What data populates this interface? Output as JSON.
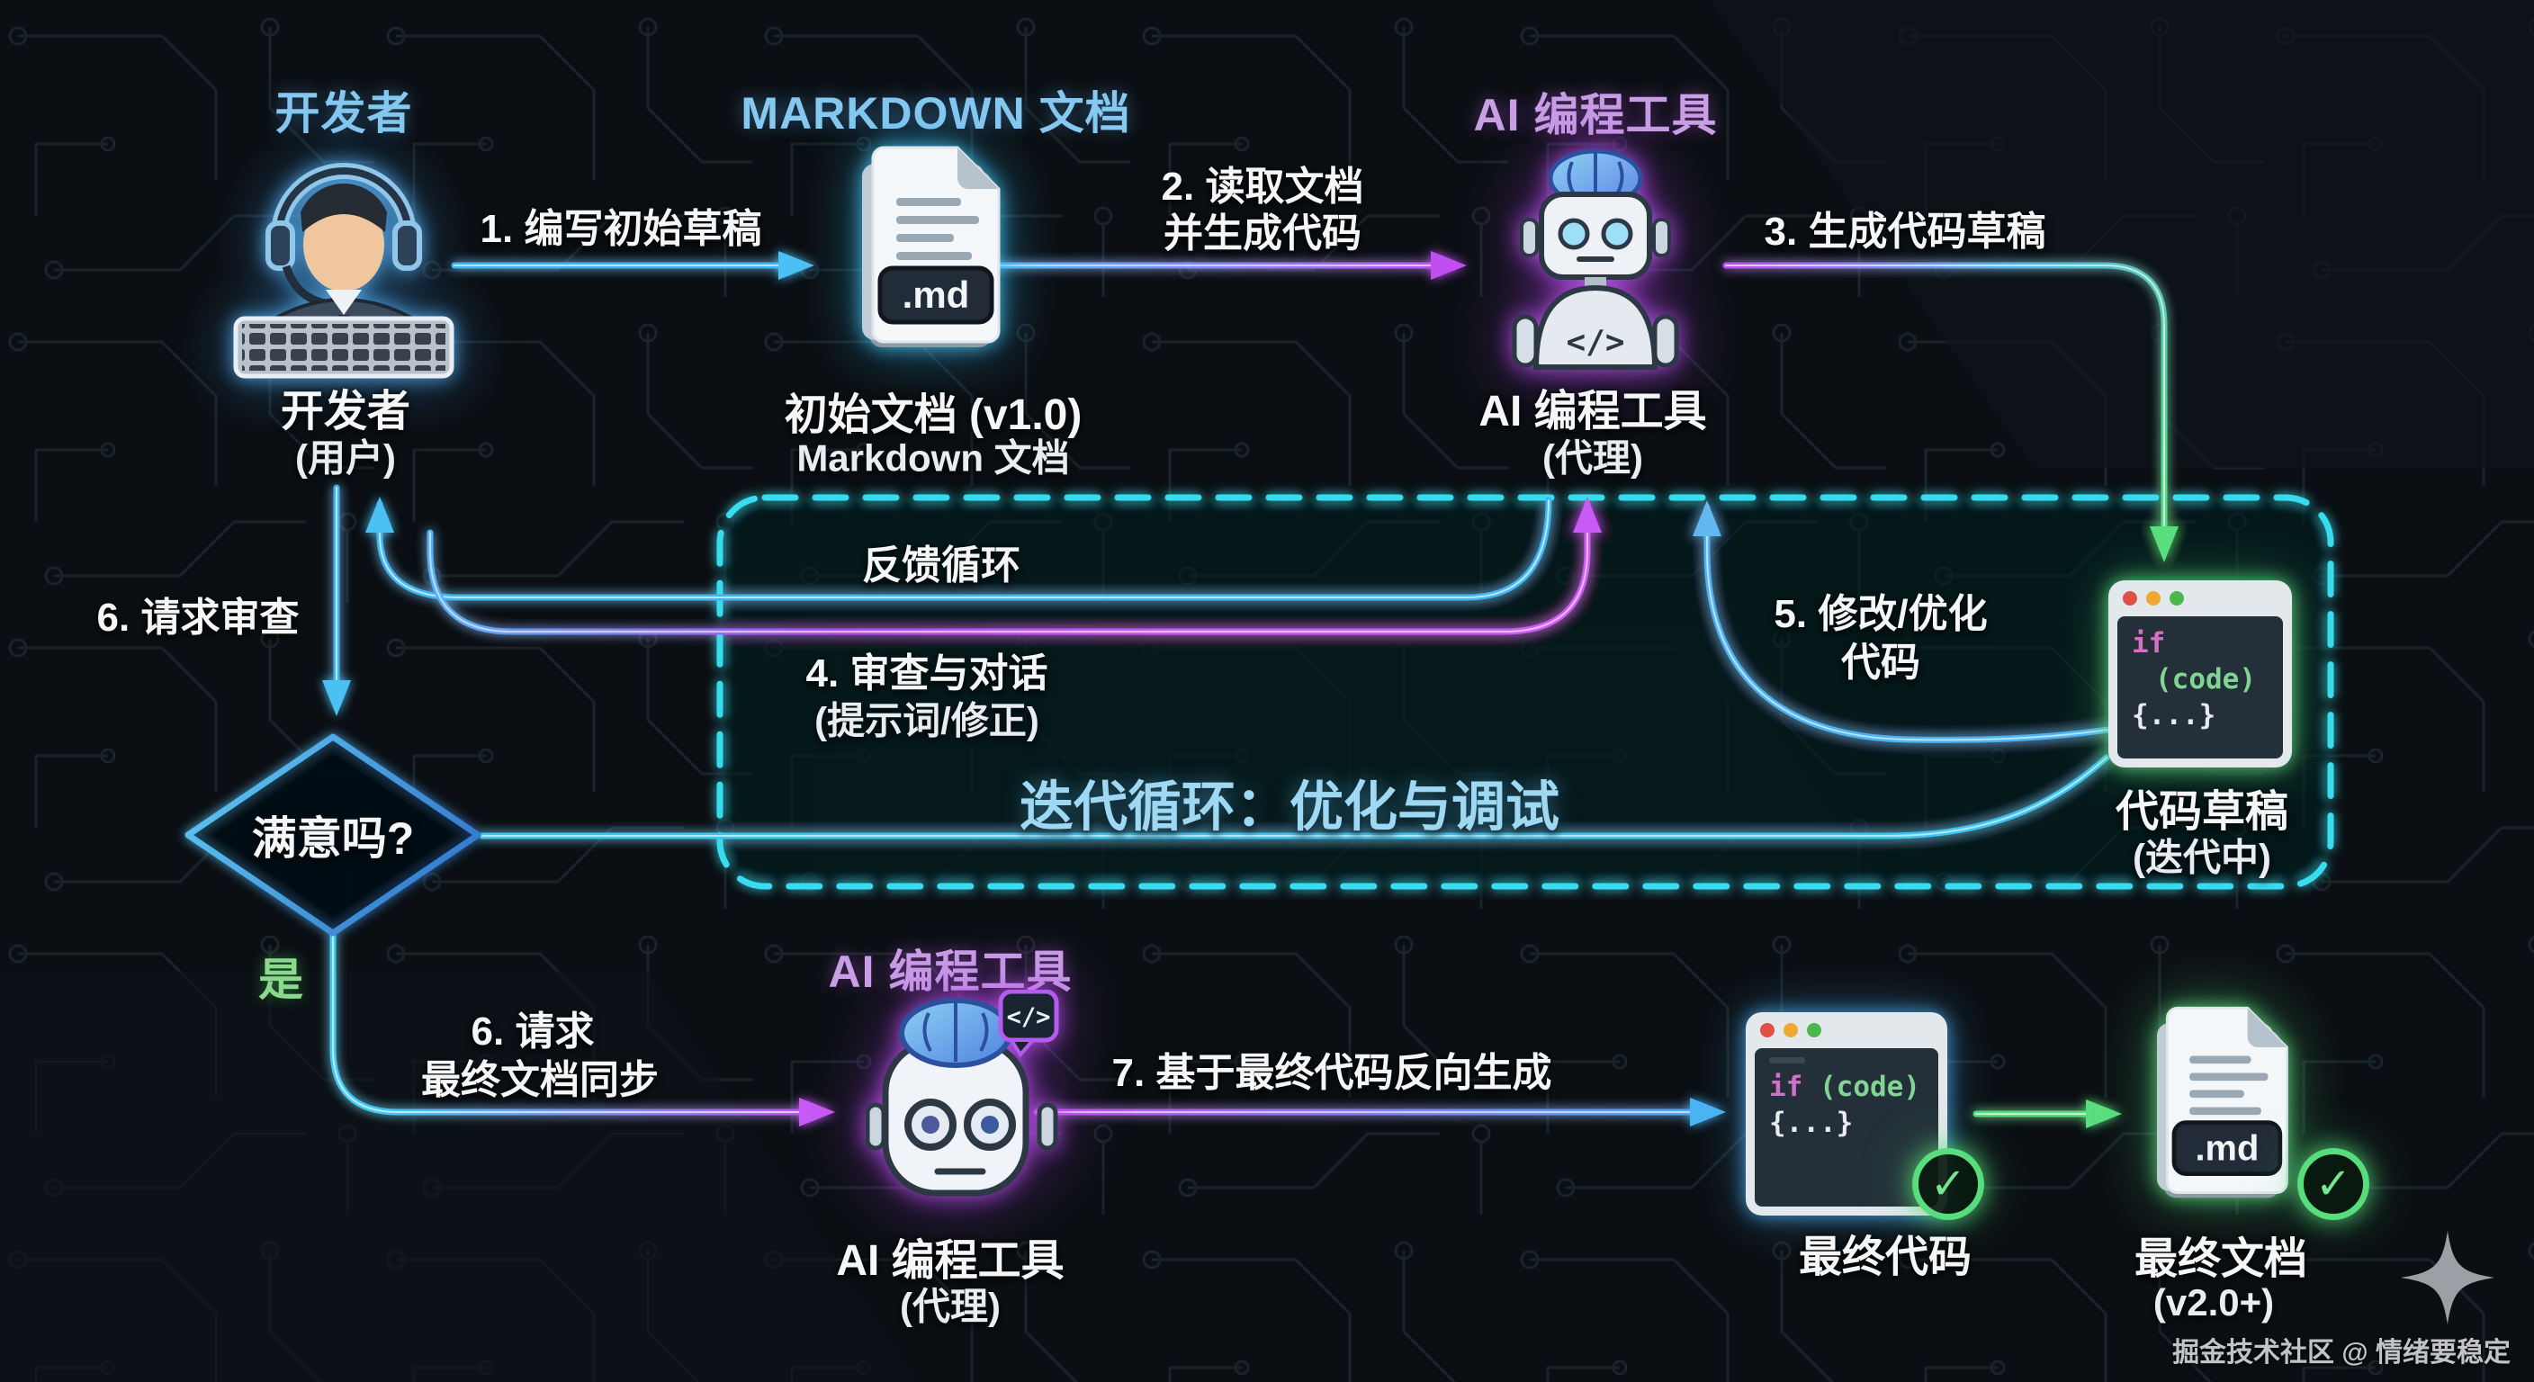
{
  "nodes": {
    "developer": {
      "title": "开发者",
      "label": "开发者",
      "sublabel": "(用户)"
    },
    "markdown_doc": {
      "title": "MARKDOWN 文档",
      "badge": ".md",
      "label": "初始文档 (v1.0)",
      "sublabel": "Markdown 文档"
    },
    "ai_tool_top": {
      "title": "AI 编程工具",
      "chest_code": "</>",
      "label": "AI 编程工具",
      "sublabel": "(代理)"
    },
    "code_draft": {
      "code_keyword": "if",
      "code_arg": "(code)",
      "code_body": "{...}",
      "label": "代码草稿",
      "sublabel": "(迭代中)"
    },
    "decision": {
      "question": "满意吗?",
      "yes_label": "是"
    },
    "ai_tool_bottom": {
      "title": "AI 编程工具",
      "bubble_code": "</>",
      "label": "AI 编程工具",
      "sublabel": "(代理)"
    },
    "final_code": {
      "code_keyword": "if",
      "code_arg": "(code)",
      "code_body": "{...}",
      "label": "最终代码",
      "check": "✓"
    },
    "final_doc": {
      "badge": ".md",
      "label": "最终文档",
      "sublabel": "(v2.0+)",
      "check": "✓"
    }
  },
  "edges": {
    "step1": "1. 编写初始草稿",
    "step2_line1": "2. 读取文档",
    "step2_line2": "并生成代码",
    "step3": "3. 生成代码草稿",
    "step4_line1": "4. 审查与对话",
    "step4_line2": "(提示词/修正)",
    "step5_line1": "5. 修改/优化",
    "step5_line2": "代码",
    "step6": "6. 请求审查",
    "step6b_line1": "6. 请求",
    "step6b_line2": "最终文档同步",
    "step7": "7. 基于最终代码反向生成",
    "feedback_label": "反馈循环",
    "loop_title": "迭代循环：优化与调试"
  },
  "watermark": "掘金技术社区 @ 情绪要稳定",
  "colors": {
    "cyan": "#41b4f2",
    "magenta": "#c44ef2",
    "green": "#58dd7c",
    "dashed_box": "#38dcee",
    "title_blue": "#85c8f0",
    "title_purple": "#c99fe6",
    "loop_blue": "#9fd8f2",
    "yes_green": "#8bd98f"
  }
}
